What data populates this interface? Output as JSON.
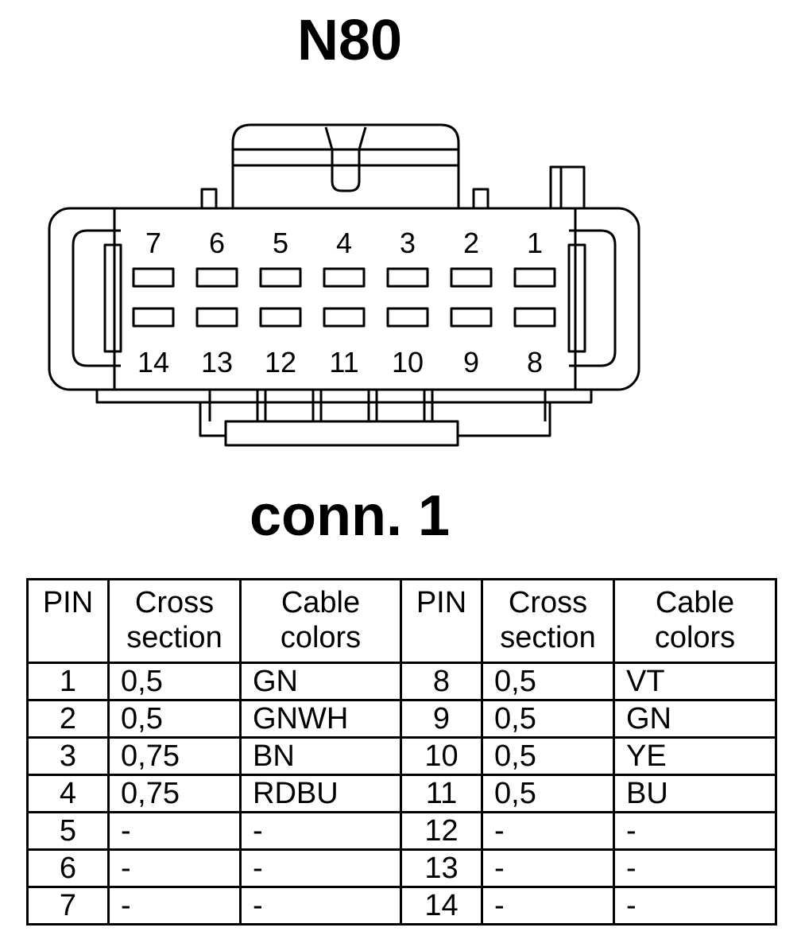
{
  "title": "N80",
  "connector_label": "conn. 1",
  "top_pins": [
    "7",
    "6",
    "5",
    "4",
    "3",
    "2",
    "1"
  ],
  "bottom_pins": [
    "14",
    "13",
    "12",
    "11",
    "10",
    "9",
    "8"
  ],
  "table": {
    "headers": {
      "pin": "PIN",
      "cross_line1": "Cross",
      "cross_line2": "section",
      "cable_line1": "Cable",
      "cable_line2": "colors"
    },
    "rows": [
      {
        "pin_a": "1",
        "cross_a": "0,5",
        "color_a": "GN",
        "pin_b": "8",
        "cross_b": "0,5",
        "color_b": "VT"
      },
      {
        "pin_a": "2",
        "cross_a": "0,5",
        "color_a": "GNWH",
        "pin_b": "9",
        "cross_b": "0,5",
        "color_b": "GN"
      },
      {
        "pin_a": "3",
        "cross_a": "0,75",
        "color_a": "BN",
        "pin_b": "10",
        "cross_b": "0,5",
        "color_b": "YE"
      },
      {
        "pin_a": "4",
        "cross_a": "0,75",
        "color_a": "RDBU",
        "pin_b": "11",
        "cross_b": "0,5",
        "color_b": "BU"
      },
      {
        "pin_a": "5",
        "cross_a": "-",
        "color_a": "-",
        "pin_b": "12",
        "cross_b": "-",
        "color_b": "-"
      },
      {
        "pin_a": "6",
        "cross_a": "-",
        "color_a": "-",
        "pin_b": "13",
        "cross_b": "-",
        "color_b": "-"
      },
      {
        "pin_a": "7",
        "cross_a": "-",
        "color_a": "-",
        "pin_b": "14",
        "cross_b": "-",
        "color_b": "-"
      }
    ]
  }
}
